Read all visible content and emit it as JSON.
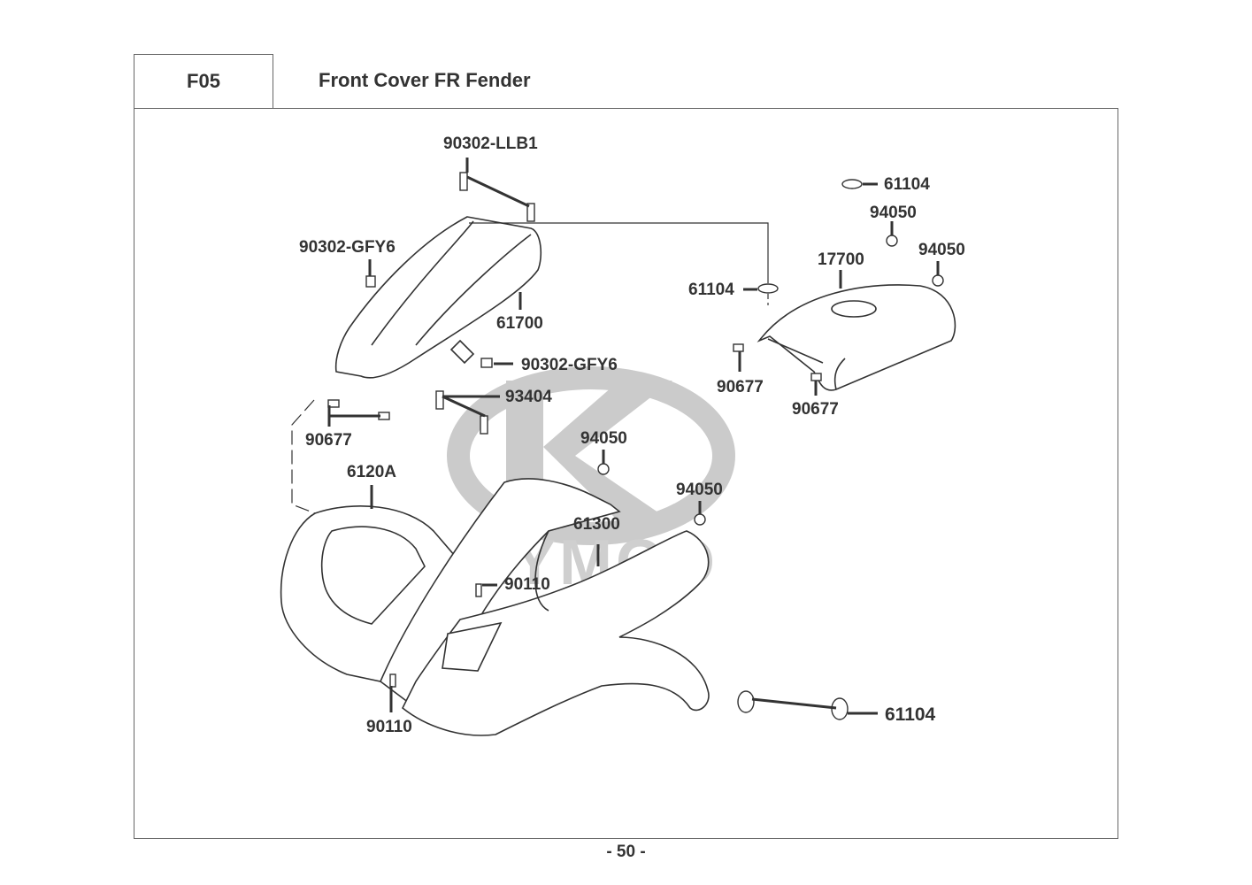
{
  "header": {
    "section_code": "F05",
    "title": "Front Cover FR Fender"
  },
  "watermark": {
    "brand": "KYMCO",
    "color": "#c8c8c8"
  },
  "callouts": [
    {
      "id": "c1",
      "part_no": "90302-LLB1"
    },
    {
      "id": "c2",
      "part_no": "90302-GFY6"
    },
    {
      "id": "c3",
      "part_no": "61700"
    },
    {
      "id": "c4",
      "part_no": "90302-GFY6"
    },
    {
      "id": "c5",
      "part_no": "93404"
    },
    {
      "id": "c6",
      "part_no": "90677"
    },
    {
      "id": "c7",
      "part_no": "6120A"
    },
    {
      "id": "c8",
      "part_no": "94050"
    },
    {
      "id": "c9",
      "part_no": "94050"
    },
    {
      "id": "c10",
      "part_no": "61300"
    },
    {
      "id": "c11",
      "part_no": "90110"
    },
    {
      "id": "c12",
      "part_no": "90110"
    },
    {
      "id": "c13",
      "part_no": "61104"
    },
    {
      "id": "c14",
      "part_no": "94050"
    },
    {
      "id": "c15",
      "part_no": "94050"
    },
    {
      "id": "c16",
      "part_no": "17700"
    },
    {
      "id": "c17",
      "part_no": "61104"
    },
    {
      "id": "c18",
      "part_no": "90677"
    },
    {
      "id": "c19",
      "part_no": "90677"
    },
    {
      "id": "c20",
      "part_no": "61104"
    }
  ],
  "footer": {
    "page_number": "- 50 -"
  }
}
